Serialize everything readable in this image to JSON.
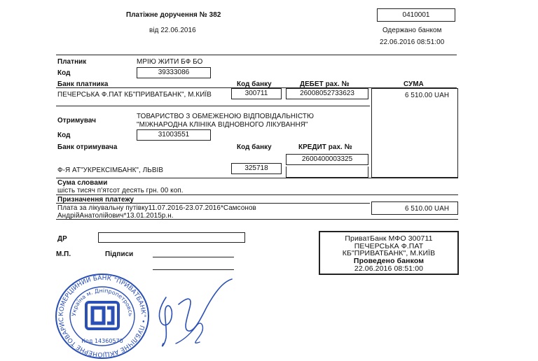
{
  "header": {
    "title": "Платіжне доручення  № 382",
    "date": "від 22.06.2016",
    "doc_code": "0410001",
    "received_label": "Одержано банком",
    "received_date": "22.06.2016 08:51:00"
  },
  "payer": {
    "label": "Платник",
    "name": "МРІЮ ЖИТИ БФ БО",
    "code_label": "Код",
    "code": "39333086",
    "bank_label": "Банк платника",
    "bank_name": "ПЕЧЕРСЬКА Ф.ПАТ КБ\"ПРИВАТБАНК\", М.КИЇВ",
    "bank_code_label": "Код банку",
    "bank_code": "300711",
    "debit_label": "ДЕБЕТ рах. №",
    "debit_account": "26008052733623",
    "sum_label": "СУМА",
    "sum": "6 510.00 UAH"
  },
  "recipient": {
    "label": "Отримувач",
    "name_line1": "ТОВАРИСТВО З ОБМЕЖЕНОЮ ВІДПОВІДАЛЬНІСТЮ",
    "name_line2": "\"МІЖНАРОДНА КЛІНІКА ВІДНОВНОГО ЛІКУВАННЯ\"",
    "code_label": "Код",
    "code": "31003551",
    "bank_label": "Банк отримувача",
    "bank_code_label": "Код банку",
    "credit_label": "КРЕДИТ рах. №",
    "credit_account": "2600400003325",
    "bank_name": "Ф-Я АТ\"УКРЕКСІМБАНК\", ЛЬВІВ",
    "bank_code": "325718"
  },
  "amount_words": {
    "label": "Сума словами",
    "text": "шість тисяч п'ятсот десять грн. 00 коп."
  },
  "purpose": {
    "label": "Призначення платежу",
    "line1": "Плата за лікувальну путівку11.07.2016-23.07.2016*Самсонов",
    "line2": "АндрійАнатолійович*13.01.2015р.н.",
    "sum": "6 510.00 UAH"
  },
  "footer": {
    "dr_label": "ДР",
    "mp_label": "М.П.",
    "signatures_label": "Підписи",
    "bank_stamp_line1": "ПриватБанк     МФО      300711",
    "bank_stamp_line2": "ПЕЧЕРСЬКА Ф.ПАТ",
    "bank_stamp_line3": "КБ\"ПРИВАТБАНК\", М.КИЇВ",
    "bank_stamp_line4": "Проведено банком",
    "bank_stamp_line5": "22.06.2016 08:51:00"
  },
  "seal": {
    "outer_text": "КОМЕРЦІЙНИЙ БАНК \"ПРИВАТБАНК\" • ПУБЛІЧНЕ АКЦІОНЕРНЕ ТОВАРИСТВО",
    "inner_text": "Україна м. Дніпропетровськ",
    "code_text": "Код 14360570",
    "color": "#2a4fb5"
  },
  "colors": {
    "ink": "#111111",
    "stamp_blue": "#2a4fb5"
  }
}
